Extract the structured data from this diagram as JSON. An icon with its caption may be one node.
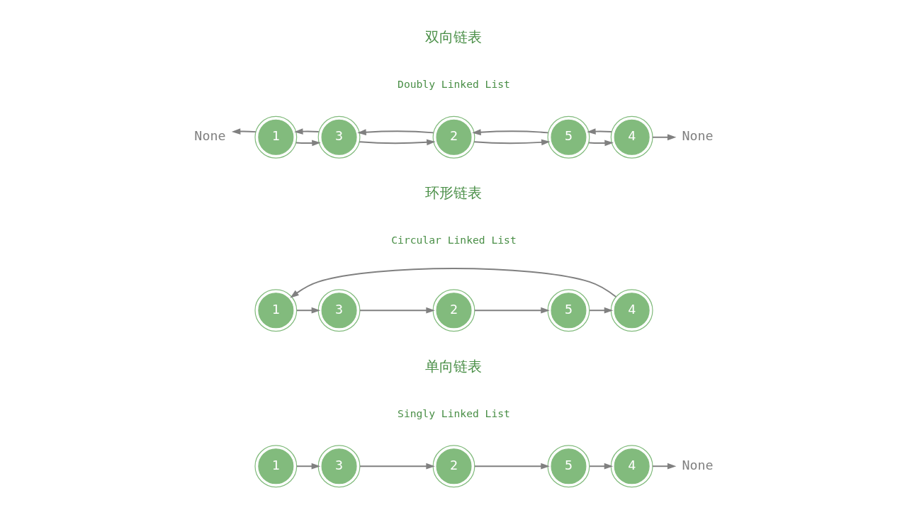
{
  "diagram": {
    "nodes": [
      {
        "text": [
          "1"
        ]
      },
      {
        "text": [
          "3"
        ]
      },
      {
        "text": [
          "2"
        ]
      },
      {
        "text": [
          "5"
        ]
      },
      {
        "text": [
          "4"
        ]
      },
      {
        "text": [
          "None"
        ]
      },
      {
        "text": [
          "1"
        ]
      },
      {
        "text": [
          "3"
        ]
      },
      {
        "text": [
          "2"
        ]
      },
      {
        "text": [
          "5"
        ]
      },
      {
        "text": [
          "4"
        ]
      },
      {
        "text": [
          "None"
        ]
      },
      {
        "text": [
          "1"
        ]
      },
      {
        "text": [
          "3"
        ]
      },
      {
        "text": [
          "2"
        ]
      },
      {
        "text": [
          "5"
        ]
      },
      {
        "text": [
          "4"
        ]
      },
      {
        "text": [
          "None"
        ]
      }
    ],
    "edges": [
      {
        "from": 0,
        "to": 1,
        "arrow": "to"
      },
      {
        "from": 1,
        "to": 2,
        "arrow": "to"
      },
      {
        "from": 2,
        "to": 3,
        "arrow": "to"
      },
      {
        "from": 3,
        "to": 4,
        "arrow": "to"
      },
      {
        "from": 4,
        "to": 5,
        "arrow": "to"
      },
      {
        "from": 6,
        "to": 7,
        "arrow": "to"
      },
      {
        "from": 7,
        "to": 8,
        "arrow": "to"
      },
      {
        "from": 8,
        "to": 9,
        "arrow": "to"
      },
      {
        "from": 9,
        "to": 10,
        "arrow": "to"
      },
      {
        "from": 10,
        "to": 6,
        "arrow": "to"
      },
      {
        "from": 12,
        "to": 11,
        "arrow": "to"
      },
      {
        "from": 12,
        "to": 13,
        "arrow": "to"
      },
      {
        "from": 13,
        "to": 12,
        "arrow": "to"
      },
      {
        "from": 13,
        "to": 14,
        "arrow": "to"
      },
      {
        "from": 14,
        "to": 13,
        "arrow": "to"
      },
      {
        "from": 14,
        "to": 15,
        "arrow": "to"
      },
      {
        "from": 15,
        "to": 14,
        "arrow": "to"
      },
      {
        "from": 15,
        "to": 16,
        "arrow": "to"
      },
      {
        "from": 16,
        "to": 15,
        "arrow": "to"
      },
      {
        "from": 16,
        "to": 17,
        "arrow": "to"
      }
    ],
    "labels": [
      "单向链表",
      "Singly Linked List",
      "环形链表",
      "Circular Linked List",
      "双向链表",
      "Doubly Linked List"
    ]
  }
}
